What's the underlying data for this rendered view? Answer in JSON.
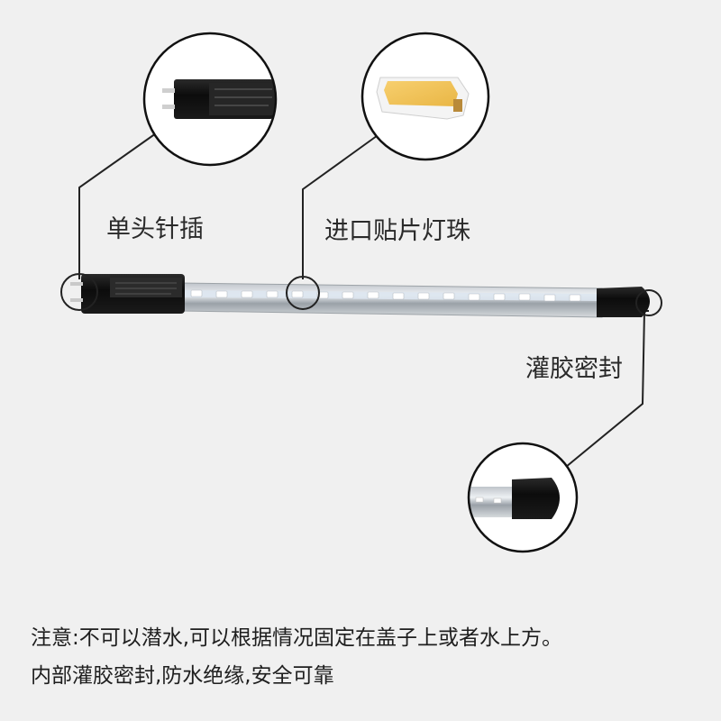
{
  "labels": {
    "single_pin_plug": "单头针插",
    "imported_smd_led": "进口贴片灯珠",
    "glue_seal": "灌胶密封"
  },
  "notes": {
    "line1": "注意:不可以潜水,可以根据情况固定在盖子上或者水上方。",
    "line2": "内部灌胶密封,防水绝缘,安全可靠"
  },
  "colors": {
    "background": "#f0f0f0",
    "led_chip": "#f2c45a",
    "end_cap": "#111111",
    "callout_line": "#222222"
  }
}
